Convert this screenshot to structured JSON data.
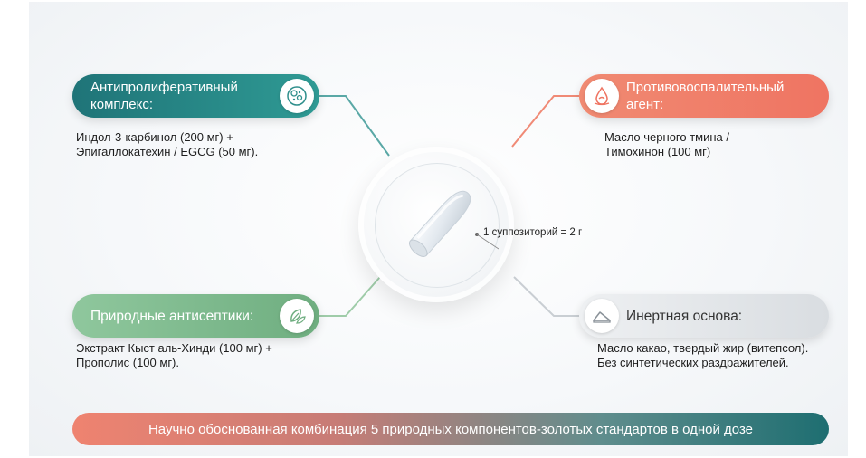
{
  "center": {
    "dose_label": "1 суппозиторий = 2 г",
    "product_image": "suppository-capsule"
  },
  "components": [
    {
      "title": "Антипролиферативный комплекс:",
      "title_line1": "Антипролиферативный",
      "title_line2": "комплекс:",
      "icon": "cell-icon",
      "color": "#1f7478",
      "desc_line1": "Индол-3-карбинол (200 мг) +",
      "desc_line2": "Эпигаллокатехин / EGCG (50 мг)."
    },
    {
      "title": "Противовоспалительный агент:",
      "title_line1": "Противовоспалительный",
      "title_line2": "агент:",
      "icon": "drop-leaf-icon",
      "color": "#ef7462",
      "desc_line1": "Масло черного тмина /",
      "desc_line2": "Тимохинон (100 мг)"
    },
    {
      "title": "Природные антисептики:",
      "icon": "leaves-icon",
      "color": "#7bb88b",
      "desc_line1": "Экстракт Кыст аль-Хинди (100 мг) +",
      "desc_line2": "Прополис (100 мг)."
    },
    {
      "title": "Инертная основа:",
      "icon": "butter-icon",
      "color": "#d9dde1",
      "desc_line1": "Масло какао, твердый жир (витепсол).",
      "desc_line2": "Без синтетических раздражителей."
    }
  ],
  "banner": {
    "text": "Научно обоснованная комбинация 5 природных компонентов-золотых стандартов в одной дозе"
  }
}
